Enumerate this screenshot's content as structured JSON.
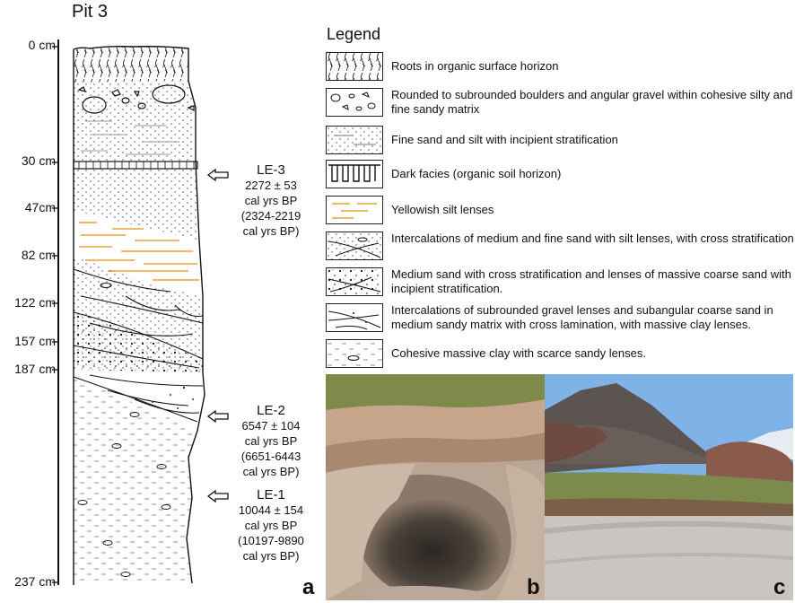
{
  "pit_title": "Pit 3",
  "depth_labels": [
    "0 cm",
    "30 cm",
    "47cm",
    "82 cm",
    "122 cm",
    "157 cm",
    "187 cm",
    "237 cm"
  ],
  "samples": [
    {
      "id": "LE-3",
      "lines": [
        "2272 ± 53",
        "cal yrs BP",
        "(2324-2219",
        "cal yrs BP)"
      ]
    },
    {
      "id": "LE-2",
      "lines": [
        "6547 ± 104",
        "cal yrs BP",
        "(6651-6443",
        "cal yrs BP)"
      ]
    },
    {
      "id": "LE-1",
      "lines": [
        "10044 ± 154",
        "cal yrs BP",
        "(10197-9890",
        "cal yrs BP)"
      ]
    }
  ],
  "legend": {
    "title": "Legend",
    "items": [
      {
        "pattern": "roots-icon",
        "text": "Roots in organic surface horizon"
      },
      {
        "pattern": "boulders-icon",
        "text": "Rounded to subrounded boulders and angular gravel within cohesive silty and fine sandy matrix"
      },
      {
        "pattern": "fine-sand-icon",
        "text": "Fine sand and silt with incipient stratification"
      },
      {
        "pattern": "dark-facies-icon",
        "text": "Dark facies (organic soil horizon)"
      },
      {
        "pattern": "silt-lenses-icon",
        "text": "Yellowish silt lenses"
      },
      {
        "pattern": "intercalation-sand-icon",
        "text": "Intercalations of medium and fine sand with silt lenses, with cross stratification"
      },
      {
        "pattern": "medium-sand-icon",
        "text": "Medium sand with cross stratification and lenses of massive coarse sand with incipient stratification."
      },
      {
        "pattern": "gravel-lenses-icon",
        "text": "Intercalations of subrounded gravel lenses and subangular coarse sand in medium sandy matrix with cross lamination, with massive clay lenses."
      },
      {
        "pattern": "clay-icon",
        "text": "Cohesive massive clay with scarce sandy lenses."
      }
    ]
  },
  "panel_labels": {
    "a": "a",
    "b": "b",
    "c": "c"
  },
  "colors": {
    "silt_lens": "#e8a23a",
    "ink": "#111111"
  }
}
